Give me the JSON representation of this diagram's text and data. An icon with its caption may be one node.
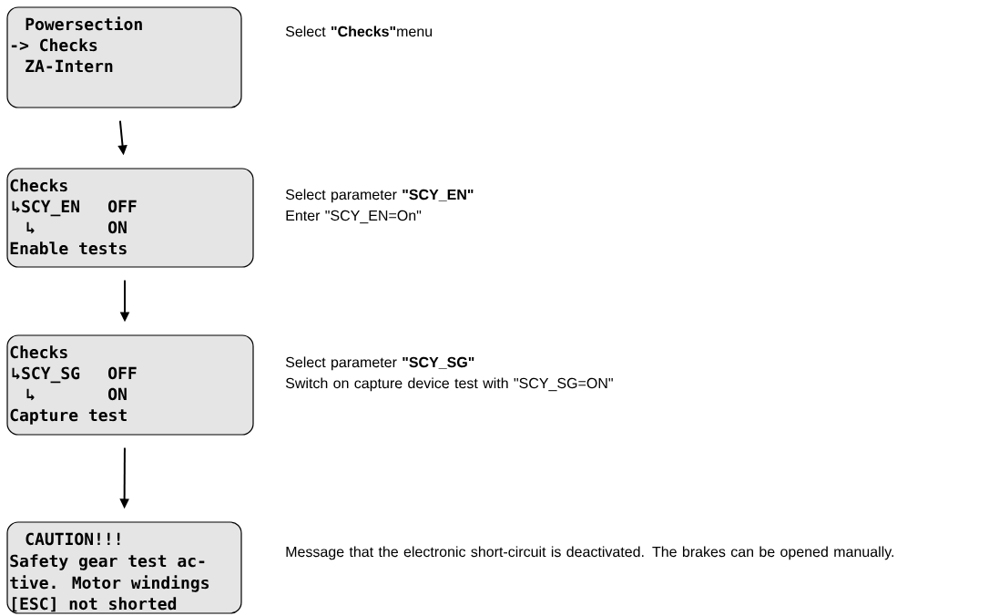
{
  "diagram": {
    "nodes": [
      {
        "text": [
          "Powersection",
          "-> Checks",
          "ZA-Intern"
        ],
        "beside": [
          "Select **\"Checks\"**menu"
        ]
      },
      {
        "text": [
          "Checks",
          "↳SCY_EN",
          "OFF",
          "↳",
          "ON",
          "Enable tests"
        ],
        "beside": [
          "Select parameter **\"SCY_EN\"**",
          "Enter \"SCY_EN=On\""
        ]
      },
      {
        "text": [
          "Checks",
          "↳SCY_SG",
          "OFF",
          "↳",
          "ON",
          "Capture test"
        ],
        "beside": [
          "Select parameter **\"SCY_SG\"**",
          "Switch on capture device test with \"SCY_SG=ON\""
        ]
      },
      {
        "text": [
          "CAUTION!!!",
          "Safety gear test ac-",
          "tive. Motor windings",
          "[ESC] not shorted"
        ],
        "beside": [
          "Message that the electronic short-circuit is deactivated. The brakes can be opened manually."
        ]
      }
    ],
    "edges": [
      {
        "from": 0,
        "to": 1,
        "arrow": "to"
      },
      {
        "from": 1,
        "to": 2,
        "arrow": "to"
      },
      {
        "from": 2,
        "to": 3,
        "arrow": "to"
      }
    ]
  }
}
